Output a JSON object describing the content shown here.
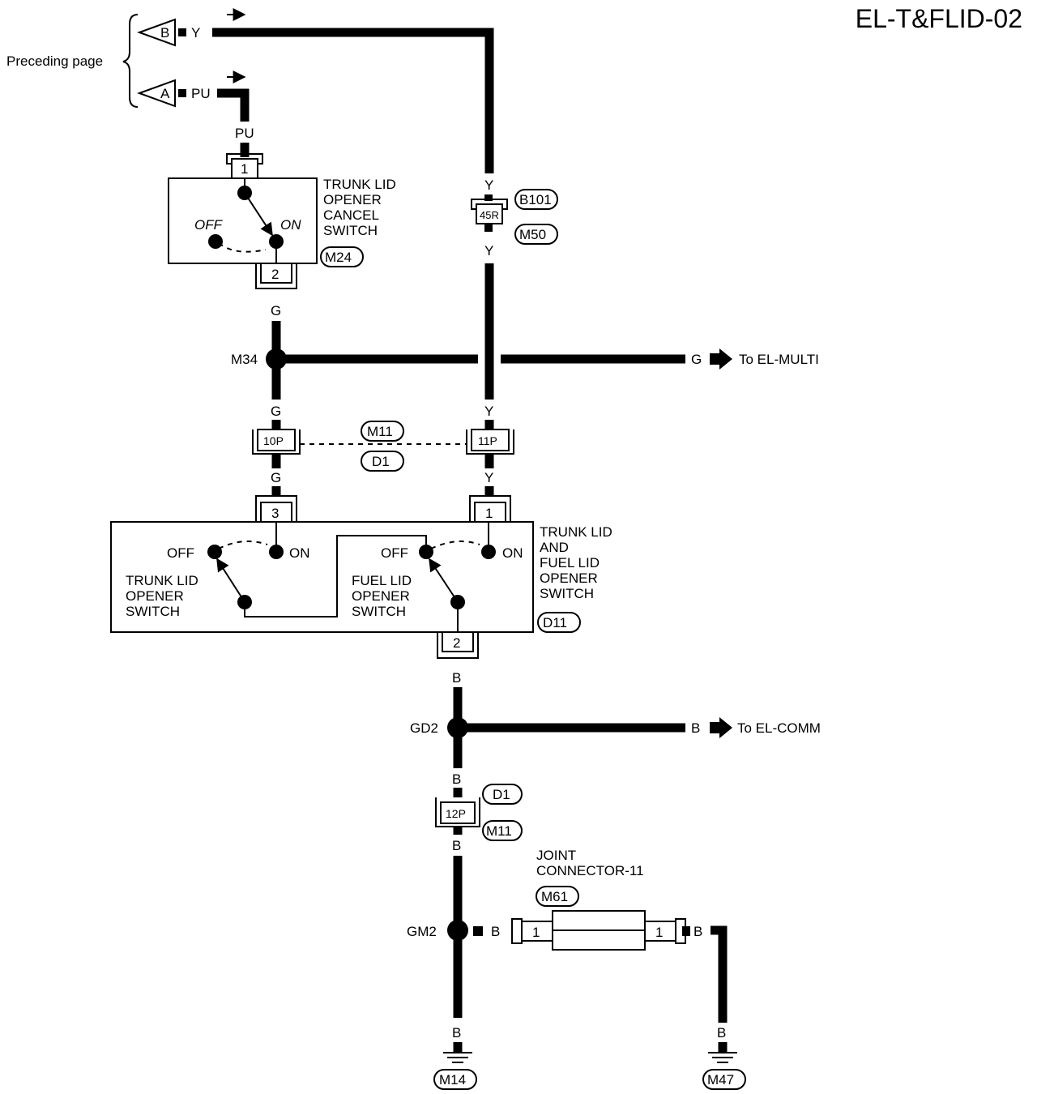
{
  "diagram_code": "EL-T&FLID-02",
  "preceding_page": "Preceding page",
  "wire_colors": {
    "y": "Y",
    "pu": "PU",
    "g": "G",
    "b": "B"
  },
  "connectors": {
    "a": "A",
    "b": "B",
    "pin_1": "1",
    "pin_2": "2",
    "pin_3": "3",
    "c45r": "45R",
    "c10p": "10P",
    "c11p": "11P",
    "c12p": "12P"
  },
  "refs": {
    "b101": "B101",
    "m50": "M50",
    "m24": "M24",
    "m11": "M11",
    "d1": "D1",
    "d11": "D11",
    "m61": "M61",
    "m14": "M14",
    "m47": "M47"
  },
  "splices": {
    "m34": "M34",
    "gd2": "GD2",
    "gm2": "GM2"
  },
  "cancel_switch": {
    "name": [
      "TRUNK LID",
      "OPENER",
      "CANCEL",
      "SWITCH"
    ],
    "off": "OFF",
    "on": "ON"
  },
  "opener_switch": {
    "name": [
      "TRUNK LID",
      "AND",
      "FUEL LID",
      "OPENER",
      "SWITCH"
    ],
    "trunk": [
      "TRUNK LID",
      "OPENER",
      "SWITCH"
    ],
    "fuel": [
      "FUEL LID",
      "OPENER",
      "SWITCH"
    ],
    "off": "OFF",
    "on": "ON"
  },
  "to_el_multi": "To EL-MULTI",
  "to_el_comm": "To EL-COMM",
  "joint_connector": [
    "JOINT",
    "CONNECTOR-11"
  ]
}
